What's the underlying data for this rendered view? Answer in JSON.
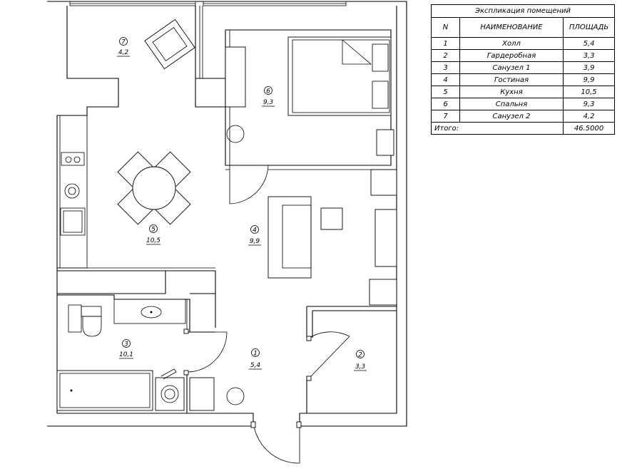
{
  "rooms": [
    {
      "number": "1",
      "area": "5,4"
    },
    {
      "number": "2",
      "area": "3,3"
    },
    {
      "number": "3",
      "area": "10,1"
    },
    {
      "number": "4",
      "area": "9,9"
    },
    {
      "number": "5",
      "area": "10,5"
    },
    {
      "number": "6",
      "area": "9,3"
    },
    {
      "number": "7",
      "area": "4,2"
    }
  ],
  "explication": {
    "title": "Экспликация помещений",
    "headers": {
      "n": "N",
      "name": "НАИМЕНОВАНИЕ",
      "area": "ПЛОЩАДЬ"
    },
    "rows": [
      {
        "n": "1",
        "name": "Холл",
        "area": "5,4"
      },
      {
        "n": "2",
        "name": "Гардеробная",
        "area": "3,3"
      },
      {
        "n": "3",
        "name": "Санузел 1",
        "area": "3,9"
      },
      {
        "n": "4",
        "name": "Гостиная",
        "area": "9,9"
      },
      {
        "n": "5",
        "name": "Кухня",
        "area": "10,5"
      },
      {
        "n": "6",
        "name": "Спальня",
        "area": "9,3"
      },
      {
        "n": "7",
        "name": "Санузел 2",
        "area": "4,2"
      }
    ],
    "total": {
      "label": "Итого:",
      "value": "46.5000"
    }
  }
}
